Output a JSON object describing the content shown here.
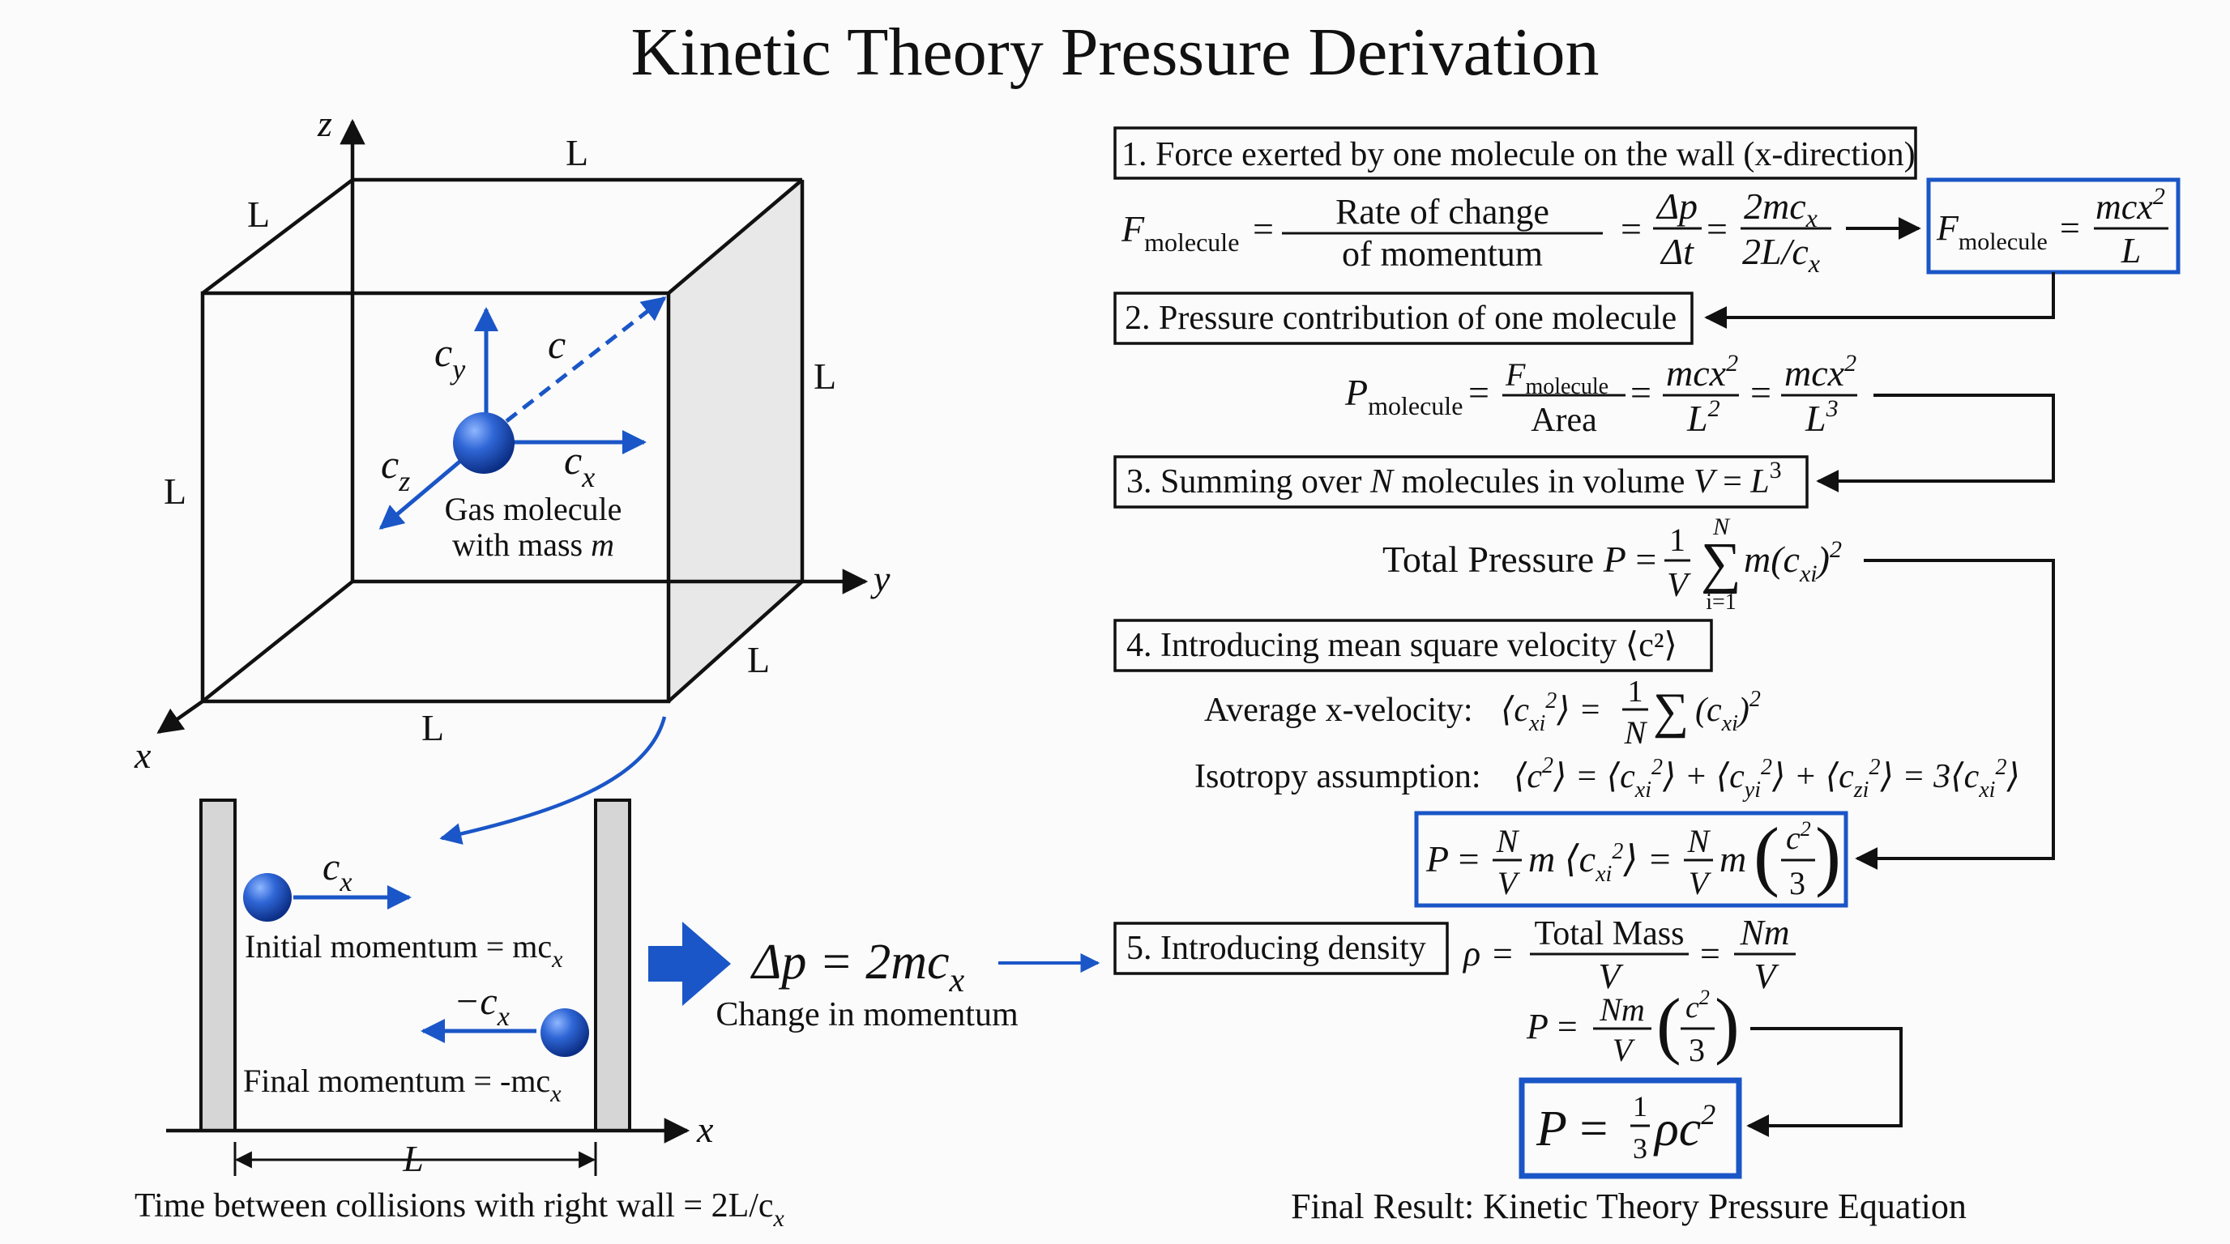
{
  "title": "Kinetic Theory Pressure Derivation",
  "colors": {
    "accent": "#1a56c7",
    "ink": "#111111",
    "wall_fill": "#d6d6d6",
    "face_fill": "#e8e8e8"
  },
  "cube": {
    "edge_label": "L",
    "axis_x": "x",
    "axis_y": "y",
    "axis_z": "z",
    "c_y": "c",
    "c_y_sub": "y",
    "c_total": "c",
    "c_z": "c",
    "c_z_sub": "z",
    "c_x": "c",
    "c_x_sub": "x",
    "molecule_line1": "Gas molecule",
    "molecule_line2": "with mass ",
    "molecule_mass": "m"
  },
  "collision": {
    "cx_label": "c",
    "cx_sub": "x",
    "neg_cx_label": "−c",
    "neg_cx_sub": "x",
    "initial": "Initial momentum = mc",
    "initial_sub": "x",
    "final": "Final momentum = -mc",
    "final_sub": "x",
    "axis_x": "x",
    "length": "L",
    "time_text": "Time between collisions with right wall = 2L/c",
    "time_sub": "x",
    "delta_p": "Δp = 2mc",
    "delta_p_sub": "x",
    "delta_caption": "Change in momentum"
  },
  "steps": {
    "step1": "1. Force exerted by one molecule on the wall (x-direction)",
    "step2": "2. Pressure contribution of one molecule",
    "step3_a": "3. Summing over ",
    "step3_N": "N",
    "step3_b": " molecules in volume ",
    "step3_V": "V",
    "step3_c": " = ",
    "step3_L": "L",
    "step3_exp": "3",
    "step4": "4. Introducing mean square velocity ⟨c²⟩",
    "step5": "5. Introducing density"
  },
  "eq": {
    "F": "F",
    "molecule": "molecule",
    "rate1": "Rate of change",
    "rate2": "of momentum",
    "dp": "Δp",
    "dt": "Δt",
    "twomcx": "2mc",
    "twoL": "2L/c",
    "mcx2": "mcx",
    "sq": "2",
    "L": "L",
    "L2": "L",
    "L3": "L",
    "P": "P",
    "area": "Area",
    "total_pressure": "Total Pressure ",
    "one": "1",
    "V": "V",
    "sum_top": "N",
    "sum_bot": "i=1",
    "sum_term": "m(c",
    "sum_term_sub": "xi",
    "sum_term_end": ")",
    "avg_label": "Average x-velocity: ",
    "iso_label": "Isotropy assumption: ",
    "N": "N",
    "Nm": "Nm",
    "c2": "c",
    "three": "3",
    "m": "m",
    "rho": "ρ",
    "total_mass": "Total Mass",
    "final_caption": "Final Result: Kinetic Theory Pressure Equation"
  }
}
